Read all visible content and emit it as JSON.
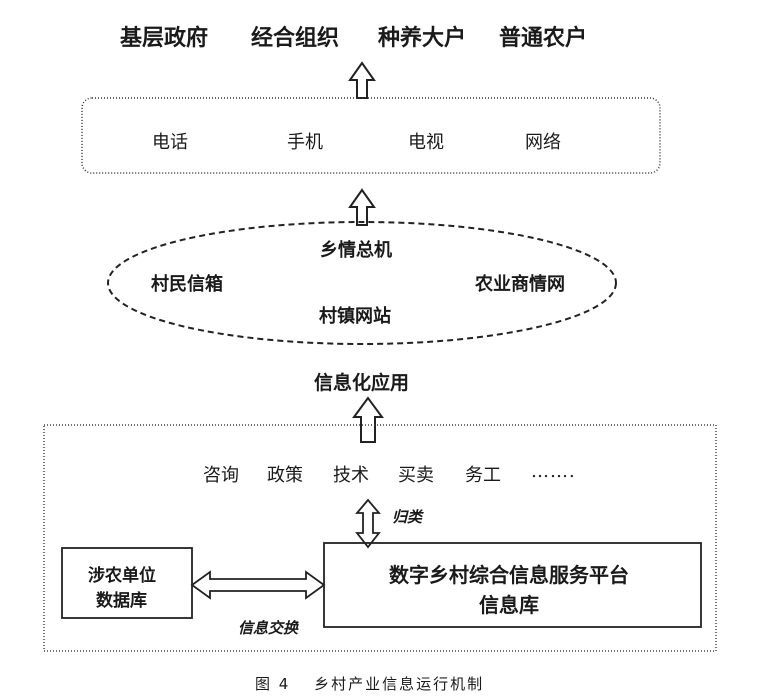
{
  "top_row": [
    "基层政府",
    "经合组织",
    "种养大户",
    "普通农户"
  ],
  "channels": [
    "电话",
    "手机",
    "电视",
    "网络"
  ],
  "ellipse_items": {
    "top": "乡情总机",
    "left": "村民信箱",
    "right": "农业商情网",
    "bottom": "村镇网站"
  },
  "info_application": "信息化应用",
  "services": [
    "咨询",
    "政策",
    "技术",
    "买卖",
    "务工",
    "……."
  ],
  "classify_label": "归类",
  "left_box": [
    "涉农单位",
    "数据库"
  ],
  "right_box": [
    "数字乡村综合信息服务平台",
    "信息库"
  ],
  "exchange_label": "信息交换",
  "caption": "图 4　 乡村产业信息运行机制"
}
